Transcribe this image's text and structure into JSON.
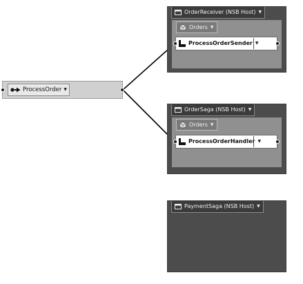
{
  "message": {
    "label": "ProcessOrder"
  },
  "endpoints": [
    {
      "title": "OrderReceiver (NSB Host)",
      "namespace": "Orders",
      "handler": "ProcessOrderSender"
    },
    {
      "title": "OrderSaga (NSB Host)",
      "namespace": "Orders",
      "handler": "ProcessOrderHandler"
    },
    {
      "title": "PaymentSaga (NSB Host)"
    }
  ],
  "icons": {
    "message": "message-arrow-icon",
    "endpoint": "endpoint-window-icon",
    "namespace": "package-box-icon",
    "handler": "handler-shape-icon",
    "dropdown": "chevron-down-icon"
  },
  "colors": {
    "canvas": "#ffffff",
    "message_node": "#d0d0d0",
    "endpoint_bg": "#4c4c4c",
    "endpoint_body": "#909090",
    "connector": "#000000"
  }
}
